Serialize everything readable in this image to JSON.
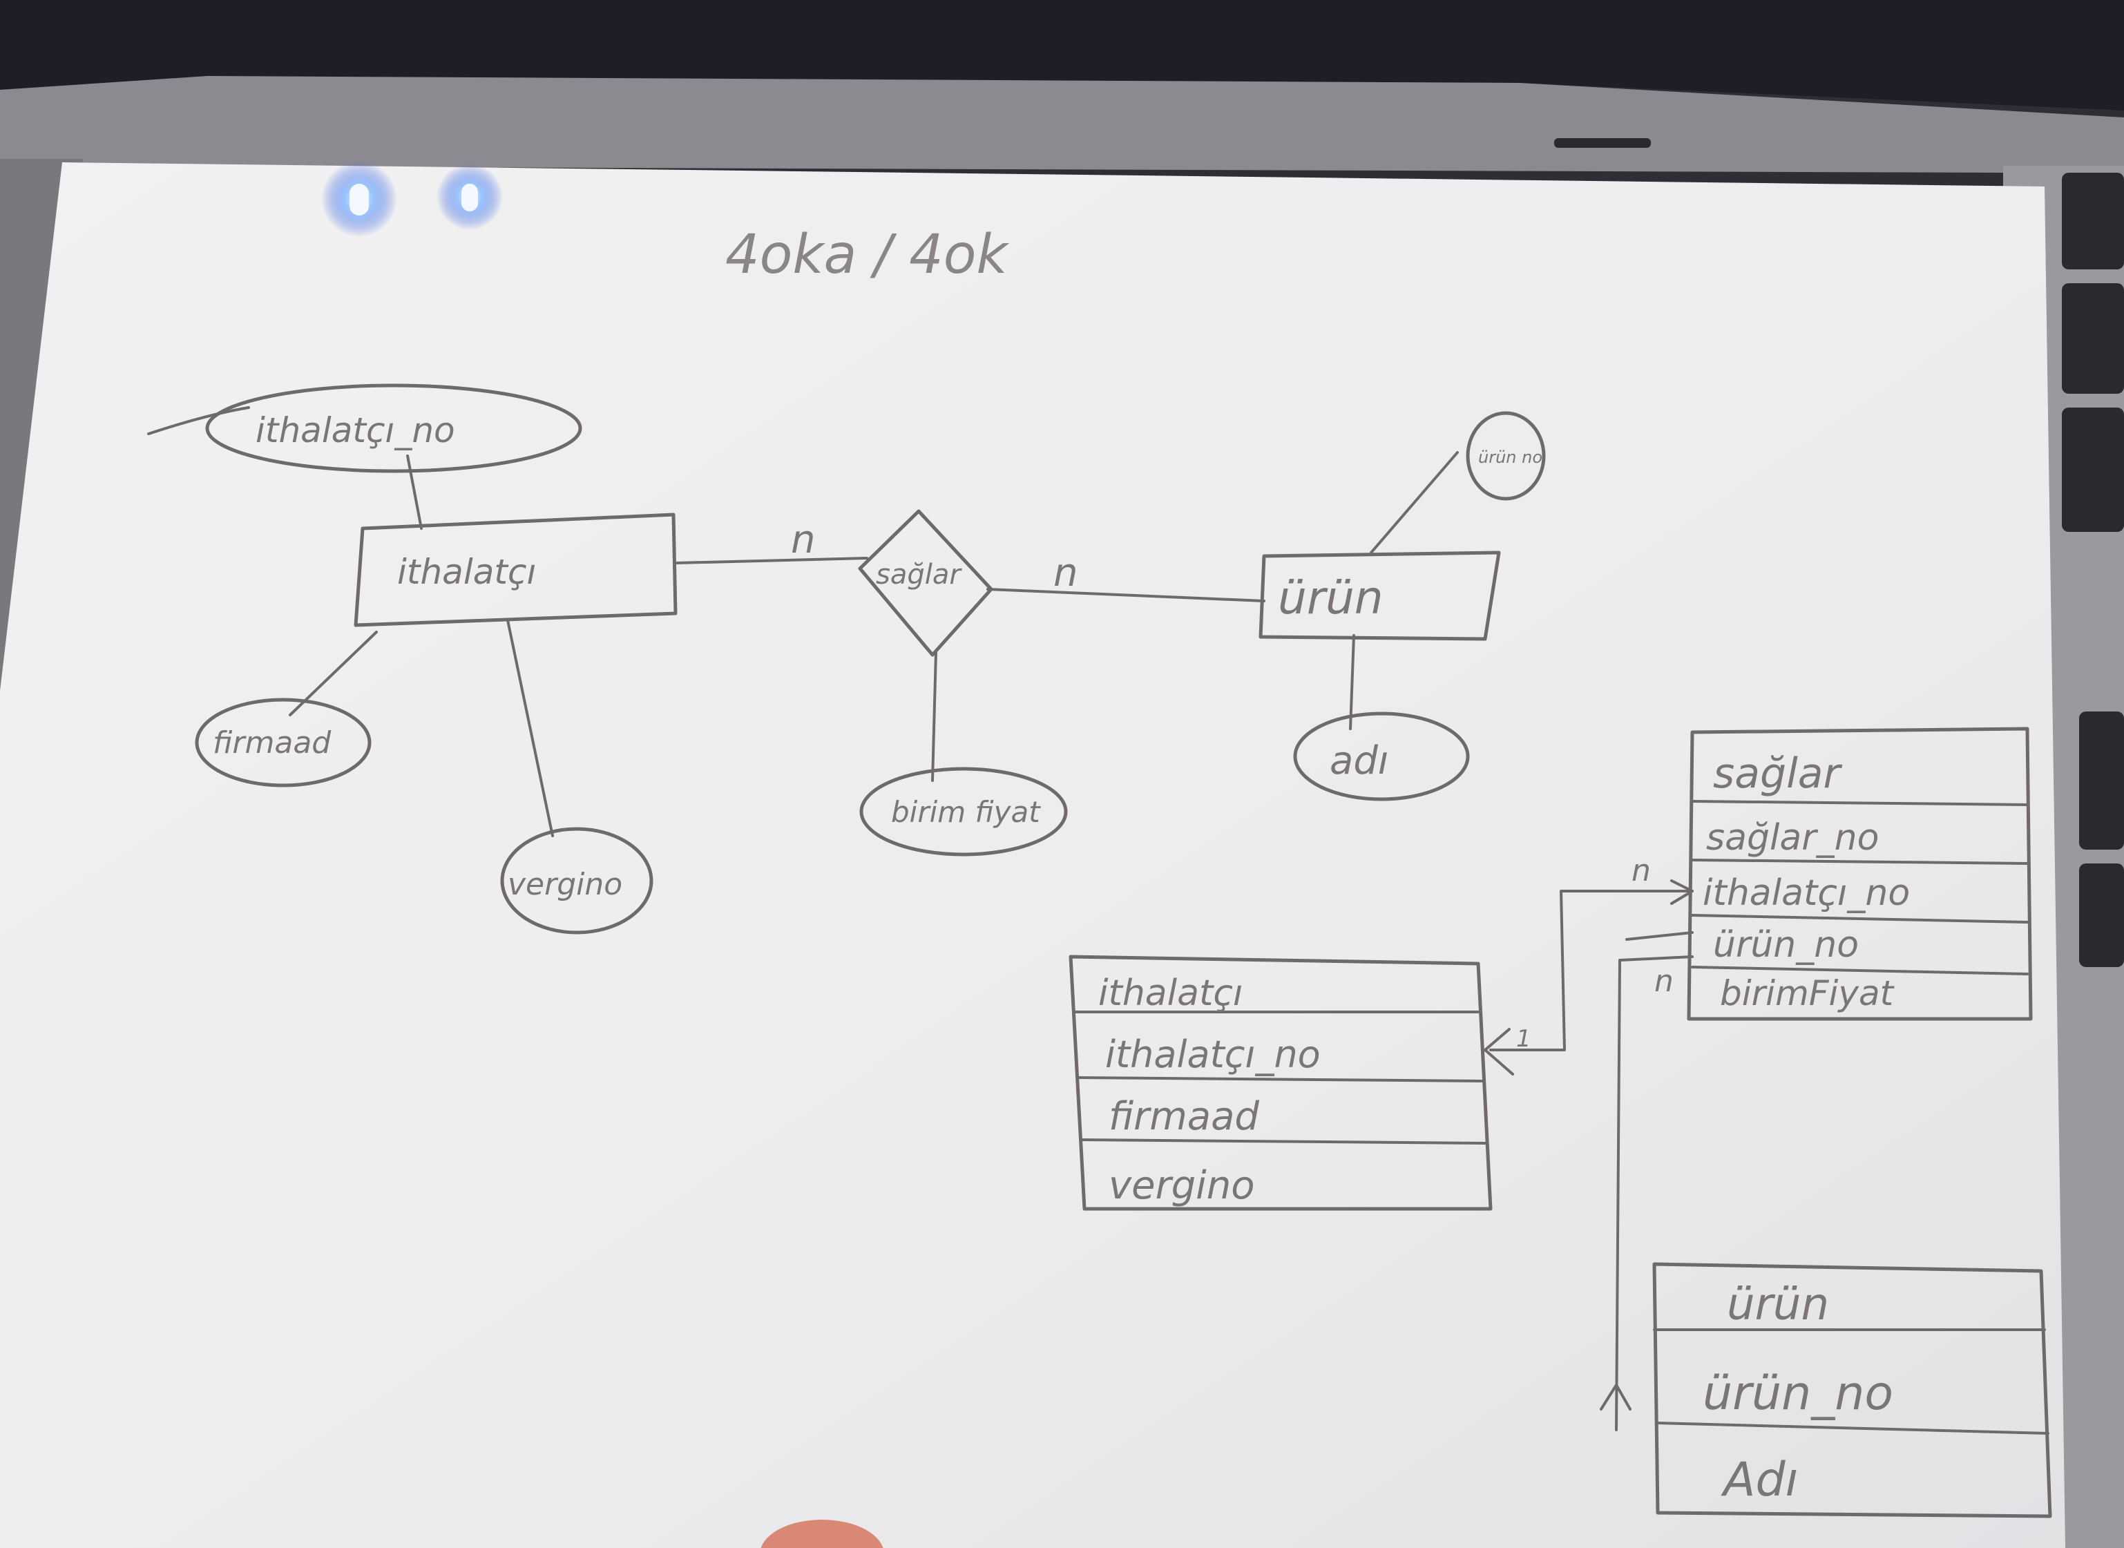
{
  "title": "4oka / 4ok",
  "er": {
    "entities": {
      "ithalatci": "ithalatçı",
      "urun": "ürün"
    },
    "relationship": "sağlar",
    "attributes": {
      "ithalatci_no": "ithalatçı_no",
      "firma_ad": "firmaad",
      "vergi_no": "vergino",
      "birim_fiyat": "birim fiyat",
      "urun_no": "ürün no",
      "adi": "adı"
    },
    "cardinality": {
      "left": "n",
      "right": "n"
    }
  },
  "tables": {
    "saglar": {
      "name": "sağlar",
      "fields": [
        "sağlar_no",
        "ithalatçı_no",
        "ürün_no",
        "birimFiyat"
      ]
    },
    "ithalatci": {
      "name": "ithalatçı",
      "fields": [
        "ithalatçı_no",
        "firmaad",
        "vergino"
      ]
    },
    "urun": {
      "name": "ürün",
      "fields": [
        "ürün_no",
        "Adı"
      ]
    }
  },
  "links": {
    "one": "1",
    "many_ithalatci": "n",
    "many_urun": "n"
  },
  "colors": {
    "paper": "#eeeeef",
    "pencil": "#6e6a6c",
    "led": "#7fb6ff"
  }
}
